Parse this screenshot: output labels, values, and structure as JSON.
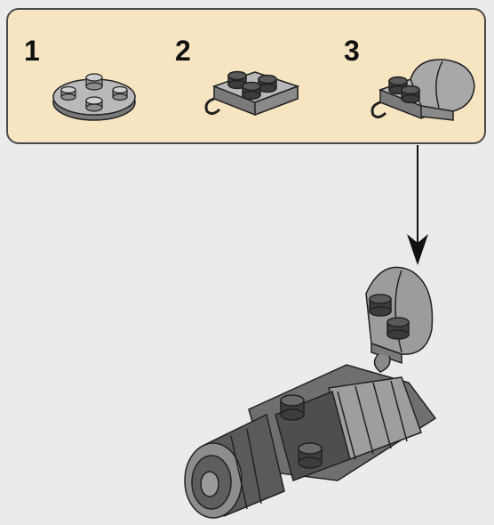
{
  "substeps": [
    {
      "number": "1",
      "part": "round-plate-1x1-studs"
    },
    {
      "number": "2",
      "part": "plate-with-clip-and-studs"
    },
    {
      "number": "3",
      "part": "plate-with-round-tile"
    }
  ],
  "colors": {
    "substep_background": "#f7e5c1",
    "page_background": "#ebebeb",
    "part_gray": "#9a9a9a",
    "dark_gray": "#3c3c3c"
  }
}
